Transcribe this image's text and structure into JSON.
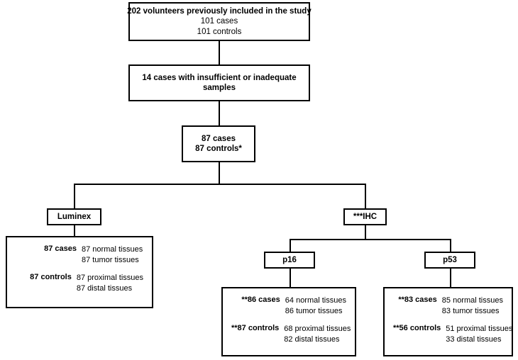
{
  "diagram": {
    "title": "Study participant flow diagram",
    "colors": {
      "stroke": "#000000",
      "background": "#ffffff",
      "text": "#000000"
    },
    "nodes": {
      "enrolled": {
        "line1": "202 volunteers previously included in the study",
        "line2": "101 cases",
        "line3": "101 controls"
      },
      "excluded": {
        "line1": "14 cases with insufficient or inadequate",
        "line2": "samples"
      },
      "included": {
        "line1": "87 cases",
        "line2": "87 controls*"
      },
      "luminex_label": "Luminex",
      "ihc_label": "***IHC",
      "p16_label": "p16",
      "p53_label": "p53",
      "luminex_detail": {
        "group1": {
          "label": "87 cases",
          "value1": "87 normal tissues",
          "value2": "87 tumor tissues"
        },
        "group2": {
          "label": "87 controls",
          "value1": "87 proximal tissues",
          "value2": "87 distal tissues"
        }
      },
      "p16_detail": {
        "group1": {
          "label": "**86 cases",
          "value1": "64 normal tissues",
          "value2": "86 tumor tissues"
        },
        "group2": {
          "label": "**87 controls",
          "value1": "68 proximal tissues",
          "value2": "82 distal tissues"
        }
      },
      "p53_detail": {
        "group1": {
          "label": "**83 cases",
          "value1": "85 normal tissues",
          "value2": "83 tumor tissues"
        },
        "group2": {
          "label": "**56 controls",
          "value1": "51 proximal tissues",
          "value2": "33 distal tissues"
        }
      }
    }
  }
}
